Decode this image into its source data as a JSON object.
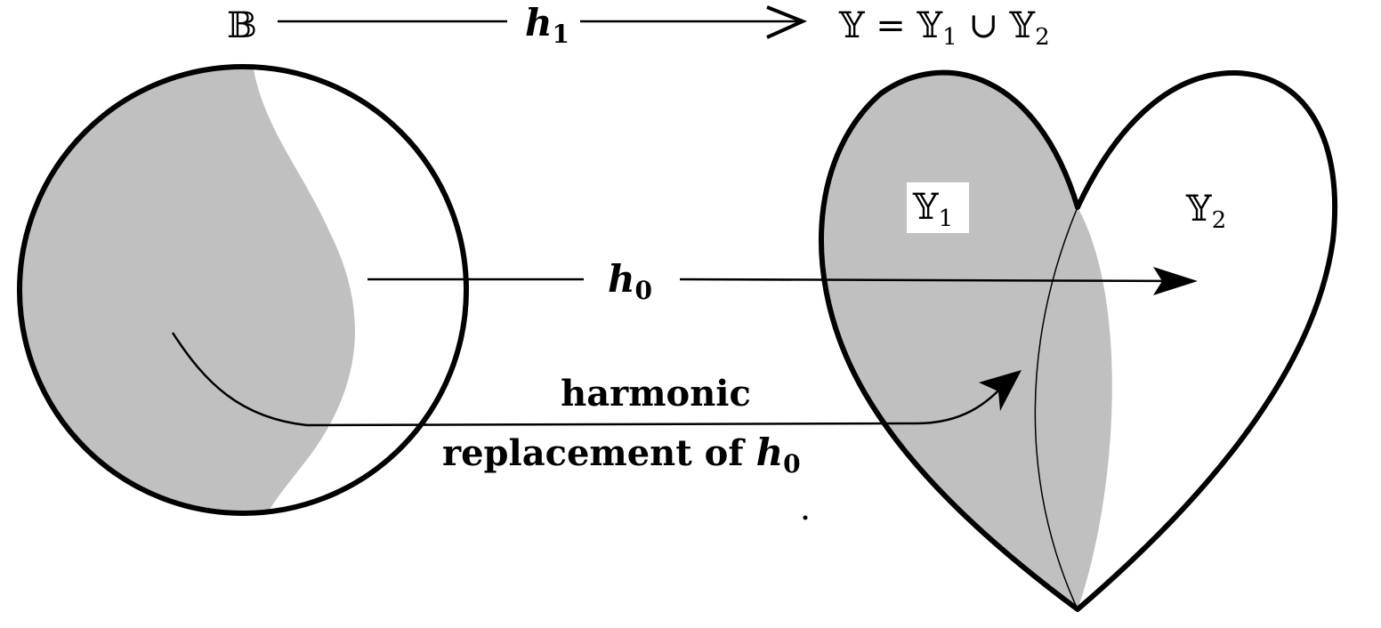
{
  "top": {
    "domain_label": "𝔹",
    "map_label": "h",
    "map_sub": "1",
    "target_label": "𝕐 = 𝕐",
    "target_sub1": "1",
    "union": " ∪ 𝕐",
    "target_sub2": "2"
  },
  "regions": {
    "y1": "𝕐",
    "y1_sub": "1",
    "y2": "𝕐",
    "y2_sub": "2"
  },
  "middle": {
    "map_label": "h",
    "map_sub": "0"
  },
  "bottom": {
    "line1": "harmonic",
    "line2": "replacement of",
    "map_label": "h",
    "map_sub": "0"
  },
  "colors": {
    "shade": "#c0c0c0",
    "stroke": "#000000",
    "background": "#ffffff"
  }
}
